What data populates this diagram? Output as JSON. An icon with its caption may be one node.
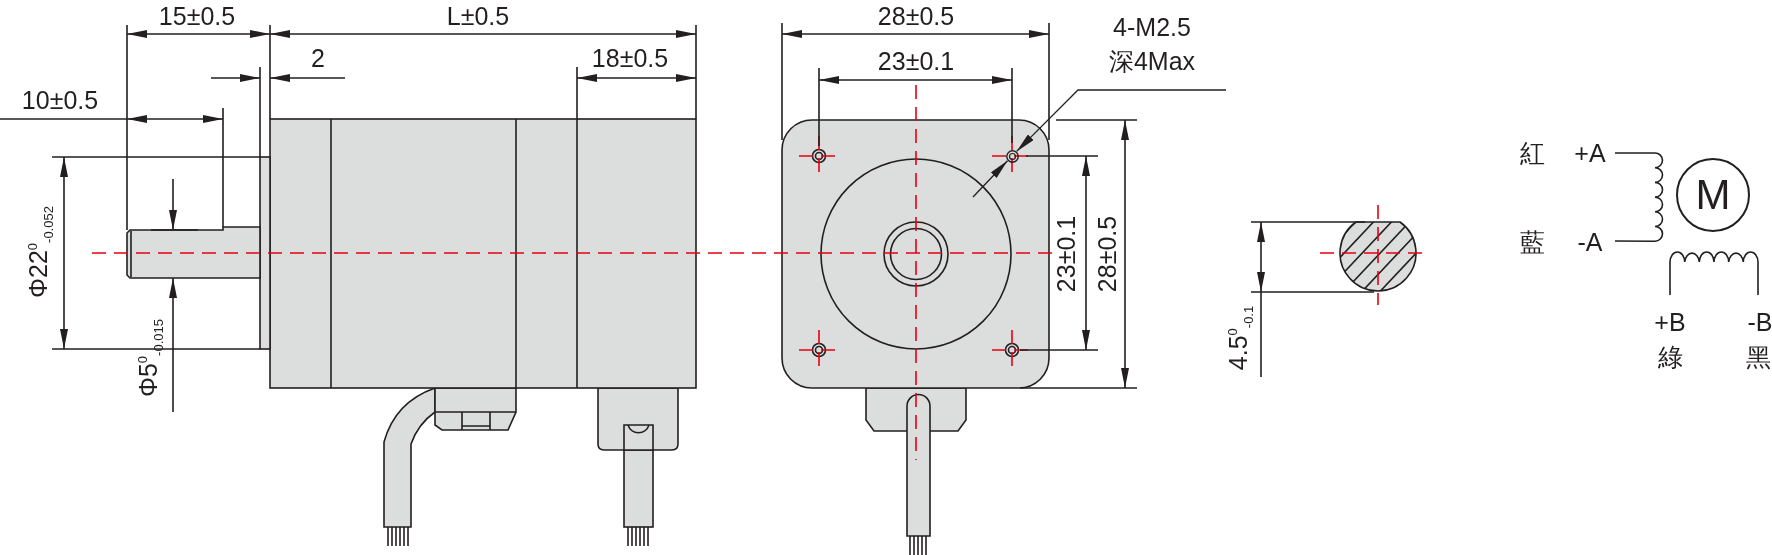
{
  "diagram": {
    "nodes": [
      {
        "text": [
          "4-M2.5",
          "深4Max"
        ]
      },
      {
        "text": [],
        "shape": "circle"
      },
      {
        "text": [
          "M"
        ]
      }
    ],
    "edges": [
      {
        "from": 0,
        "to": 1,
        "arrow": "to"
      },
      {
        "from": null,
        "to": 1,
        "arrow": "to"
      }
    ],
    "labels": [
      "15±0.5",
      "L±0.5",
      "2",
      "18±0.5",
      "10±0.5",
      "Φ22$^{0}$$_{-0.052}$",
      "Φ5$^{0}$$_{-0.015}$",
      "28±0.5",
      "23±0.1",
      "23±0.1",
      "28±0.5",
      "4.5$^{0}$$_{-0.1}$",
      "紅",
      "+A",
      "藍",
      "-A",
      "+B",
      "-B",
      "綠",
      "黑"
    ]
  }
}
